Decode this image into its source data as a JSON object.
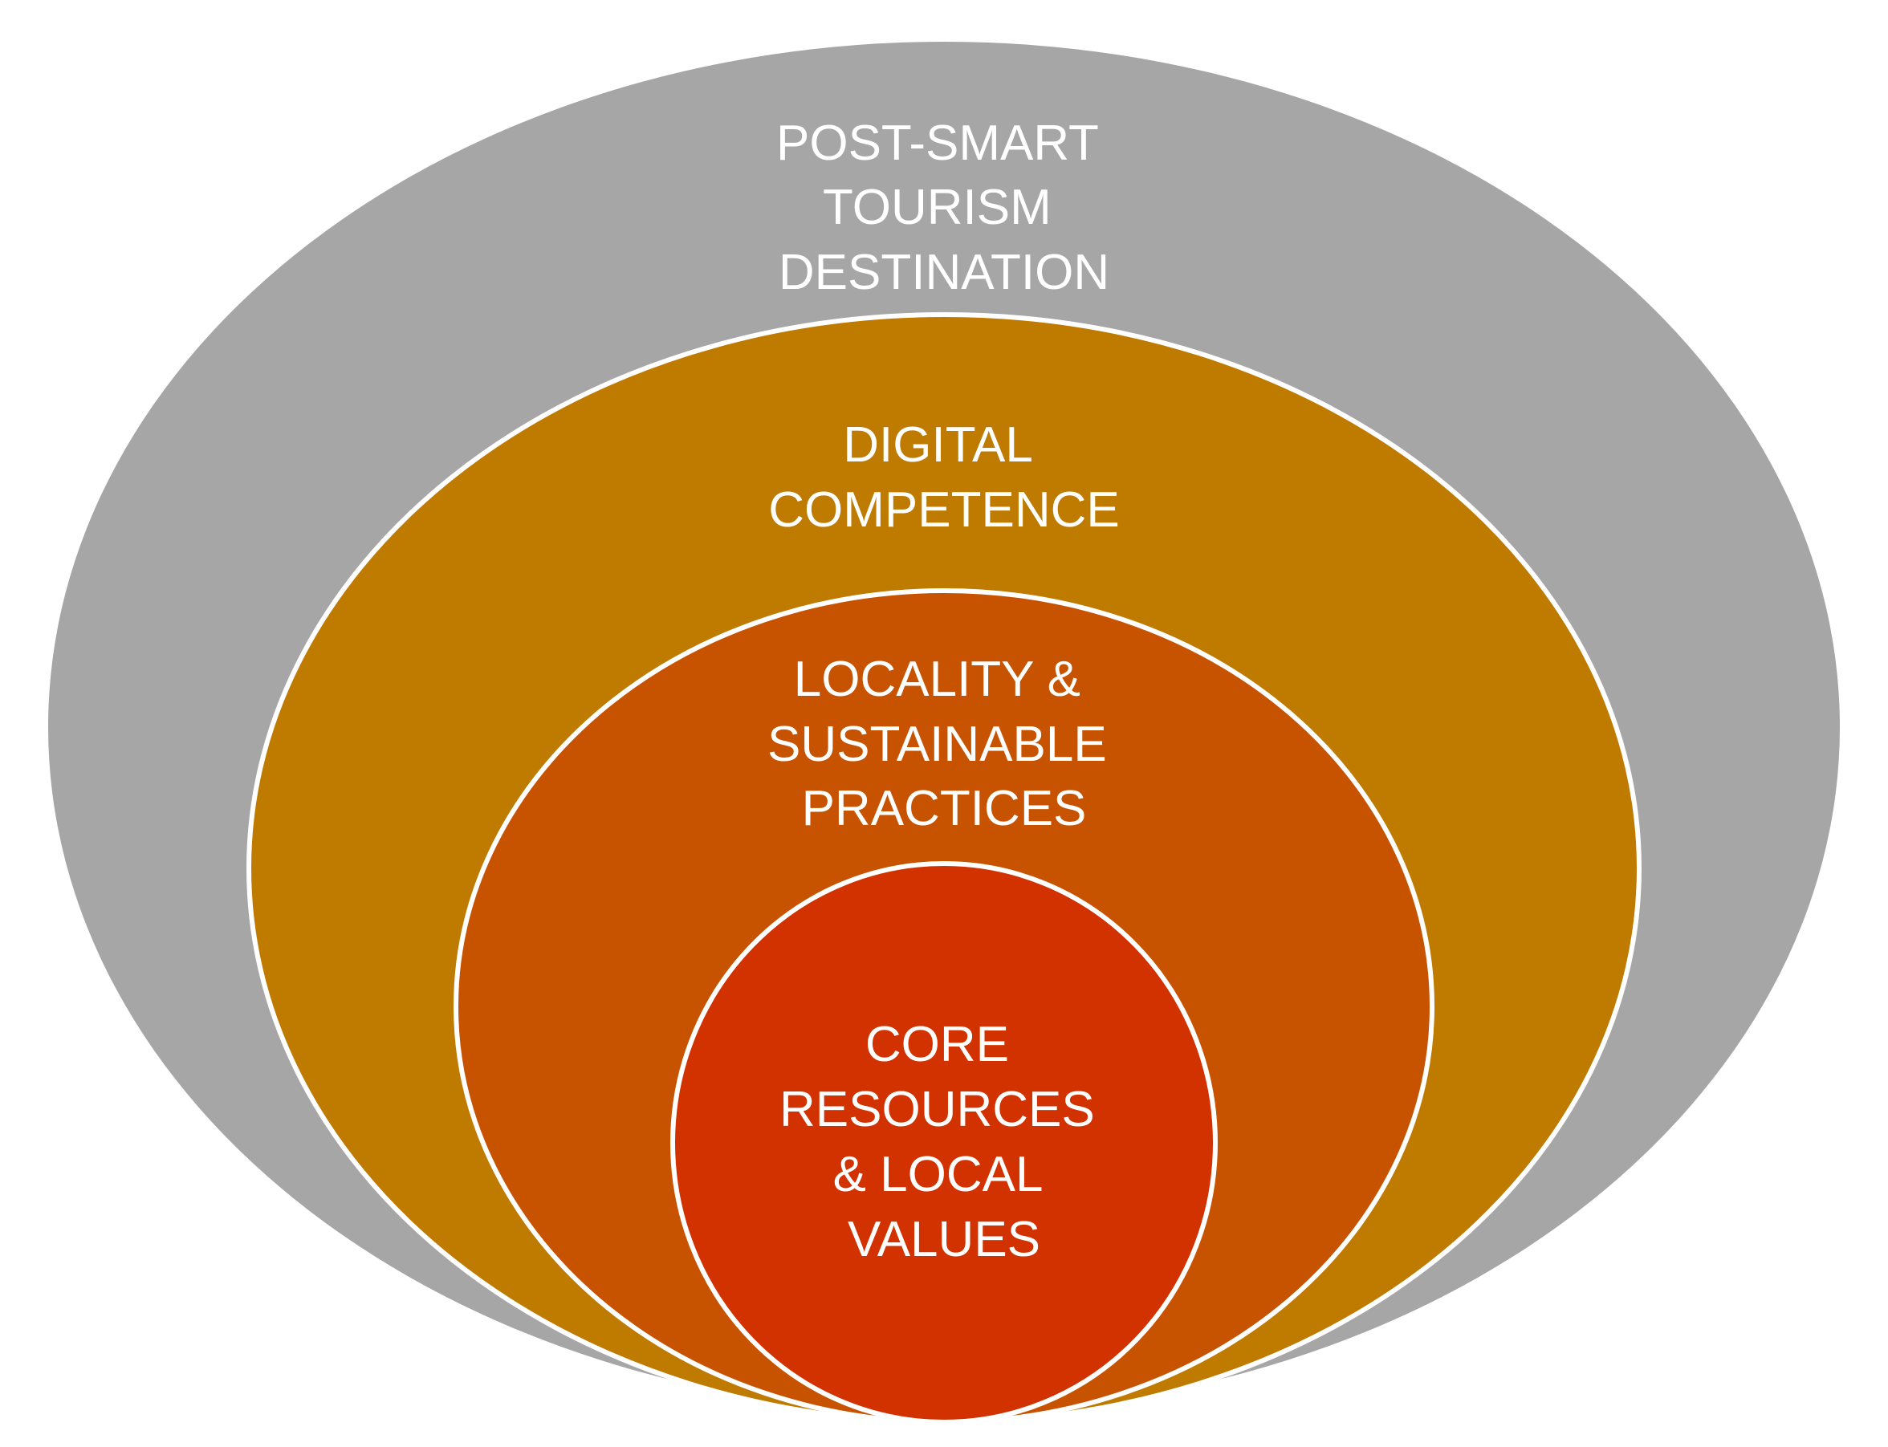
{
  "layers": [
    {
      "id": "outer",
      "label_lines": [
        "POST-SMART",
        "TOURISM",
        "DESTINATION"
      ],
      "color": "#a6a6a6"
    },
    {
      "id": "digital",
      "label_lines": [
        "DIGITAL",
        "COMPETENCE"
      ],
      "color": "#bf7a00"
    },
    {
      "id": "locality",
      "label_lines": [
        "LOCALITY &",
        "SUSTAINABLE",
        "PRACTICES"
      ],
      "color": "#c75300"
    },
    {
      "id": "core",
      "label_lines": [
        "CORE",
        "RESOURCES",
        "& LOCAL",
        "VALUES"
      ],
      "color": "#d13200"
    }
  ],
  "stroke_color": "#ffffff"
}
